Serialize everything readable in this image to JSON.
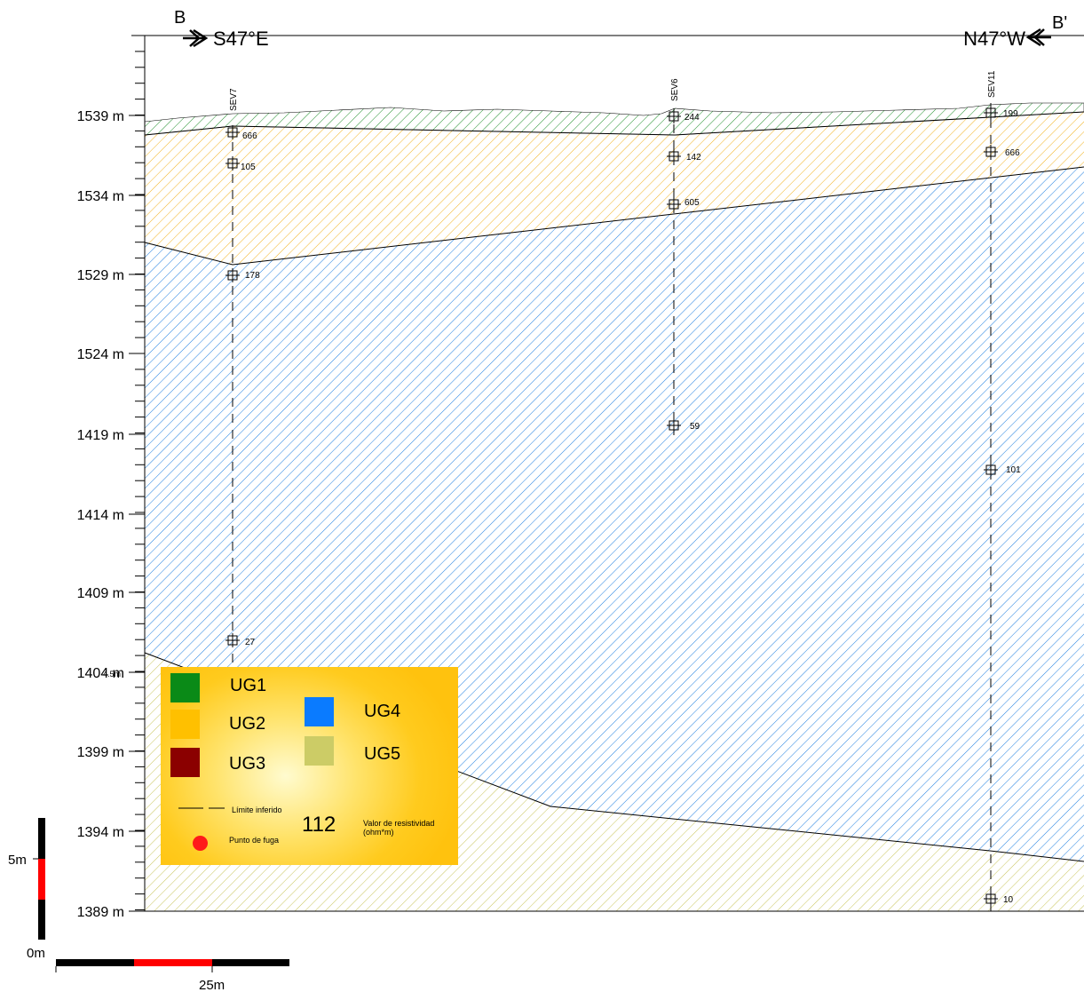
{
  "section": {
    "start_label": "B",
    "end_label": "B'",
    "start_direction": "S47°E",
    "end_direction": "N47°W"
  },
  "elevation_axis": {
    "labels": [
      "1539 m",
      "1534 m",
      "1529 m",
      "1524 m",
      "1419 m",
      "1414 m",
      "1409 m",
      "1404 m",
      "1399 m",
      "1394 m",
      "1389 m"
    ],
    "overlap_text": "4.5m"
  },
  "soundings": [
    {
      "name": "SEV7",
      "readings": [
        "666",
        "105",
        "178",
        "27"
      ]
    },
    {
      "name": "SEV6",
      "readings": [
        "244",
        "142",
        "605",
        "59"
      ]
    },
    {
      "name": "SEV11",
      "readings": [
        "199",
        "666",
        "101",
        "10"
      ]
    }
  ],
  "legend": {
    "units": [
      {
        "label": "UG1",
        "color": "#0a8a17"
      },
      {
        "label": "UG2",
        "color": "#ffc000"
      },
      {
        "label": "UG3",
        "color": "#8b0000"
      },
      {
        "label": "UG4",
        "color": "#0a7bff"
      },
      {
        "label": "UG5",
        "color": "#cccc66"
      }
    ],
    "inferred_limit_label": "Límite inferido",
    "leak_point_label": "Punto de fuga",
    "resistivity_example": "112",
    "resistivity_label_line1": "Valor de resistividad",
    "resistivity_label_line2": "(ohm*m)",
    "leak_color": "#ff1a1a"
  },
  "scale_bars": {
    "vertical_label": "5m",
    "origin_label": "0m",
    "horizontal_label": "25m",
    "accent_color": "#ff0000"
  }
}
